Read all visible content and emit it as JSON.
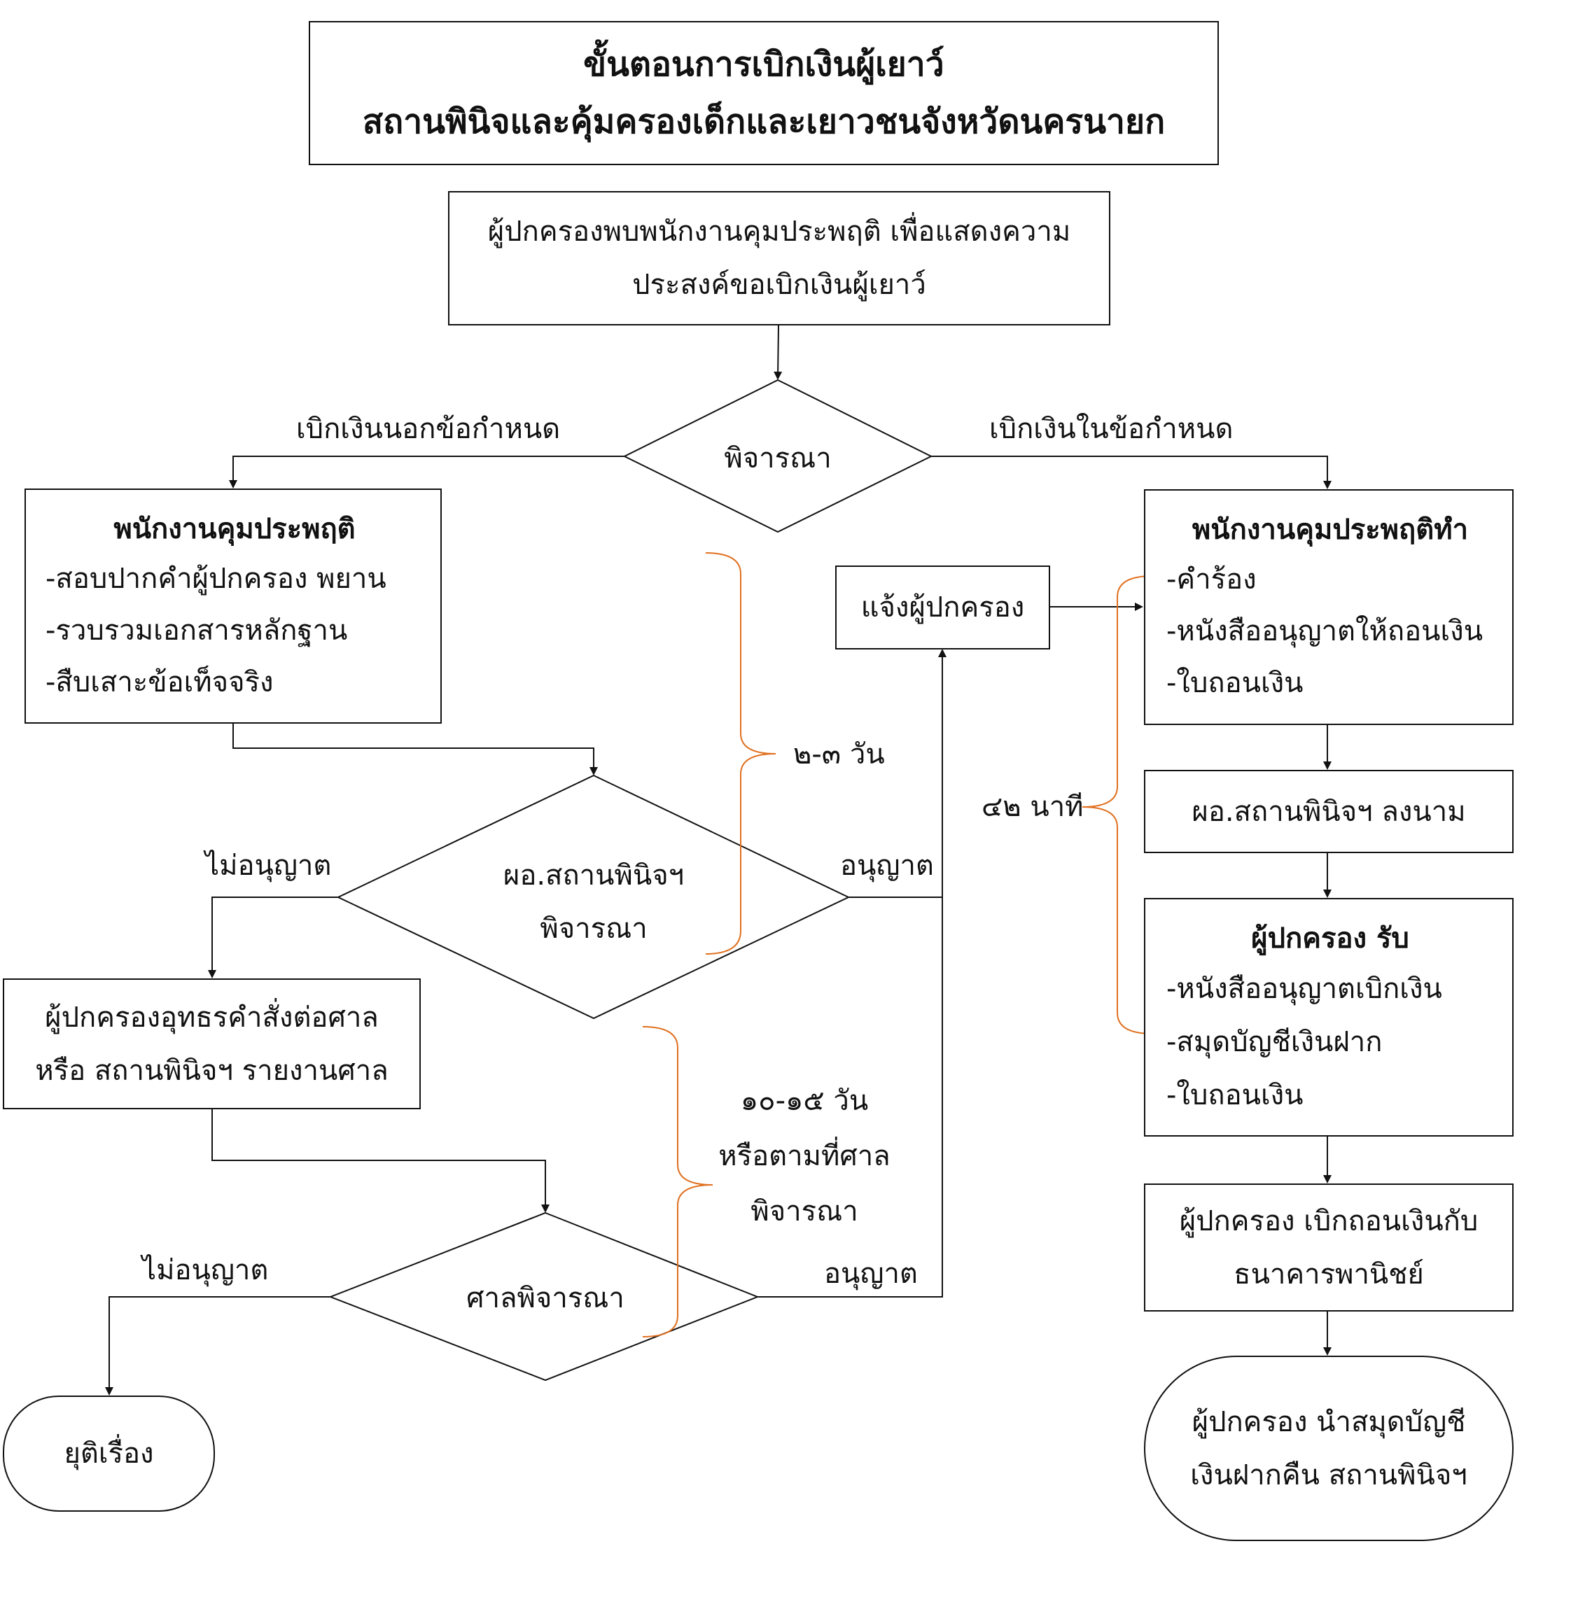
{
  "title": {
    "line1": "ขั้นตอนการเบิกเงินผู้เยาว์",
    "line2": "สถานพินิจและคุ้มครองเด็กและเยาวชนจังหวัดนครนายก"
  },
  "start": {
    "line1": "ผู้ปกครองพบพนักงานคุมประพฤติ เพื่อแสดงความ",
    "line2": "ประสงค์ขอเบิกเงินผู้เยาว์"
  },
  "decision1": {
    "text": "พิจารณา",
    "left_label": "เบิกเงินนอกข้อกำหนด",
    "right_label": "เบิกเงินในข้อกำหนด"
  },
  "officer_left": {
    "heading": "พนักงานคุมประพฤติ",
    "items": [
      "-สอบปากคำผู้ปกครอง พยาน",
      "-รวบรวมเอกสารหลักฐาน",
      "-สืบเสาะข้อเท็จจริง"
    ]
  },
  "decision2": {
    "line1": "ผอ.สถานพินิจฯ",
    "line2": "พิจารณา",
    "no_label": "ไม่อนุญาต",
    "yes_label": "อนุญาต"
  },
  "appeal": {
    "line1": "ผู้ปกครองอุทธรคำสั่งต่อศาล",
    "line2": "หรือ สถานพินิจฯ รายงานศาล"
  },
  "decision3": {
    "text": "ศาลพิจารณา",
    "no_label": "ไม่อนุญาต",
    "yes_label": "อนุญาต"
  },
  "end_left": {
    "text": "ยุติเรื่อง"
  },
  "notify": {
    "text": "แจ้งผู้ปกครอง"
  },
  "officer_right": {
    "heading": "พนักงานคุมประพฤติทำ",
    "items": [
      "-คำร้อง",
      "-หนังสืออนุญาตให้ถอนเงิน",
      "-ใบถอนเงิน"
    ]
  },
  "director_sign": {
    "text": "ผอ.สถานพินิจฯ ลงนาม"
  },
  "guardian_receive": {
    "heading": "ผู้ปกครอง รับ",
    "items": [
      "-หนังสืออนุญาตเบิกเงิน",
      "-สมุดบัญชีเงินฝาก",
      "-ใบถอนเงิน"
    ]
  },
  "withdraw": {
    "line1": "ผู้ปกครอง เบิกถอนเงินกับ",
    "line2": "ธนาคารพานิชย์"
  },
  "end_right": {
    "line1": "ผู้ปกครอง นำสมุดบัญชี",
    "line2": "เงินฝากคืน สถานพินิจฯ"
  },
  "durations": {
    "short": "๒-๓ วัน",
    "court": [
      "๑๐-๑๕ วัน",
      "หรือตามที่ศาล",
      "พิจารณา"
    ],
    "minutes": "๔๒ นาที"
  },
  "colors": {
    "line": "#111111",
    "brace": "#E07020"
  }
}
